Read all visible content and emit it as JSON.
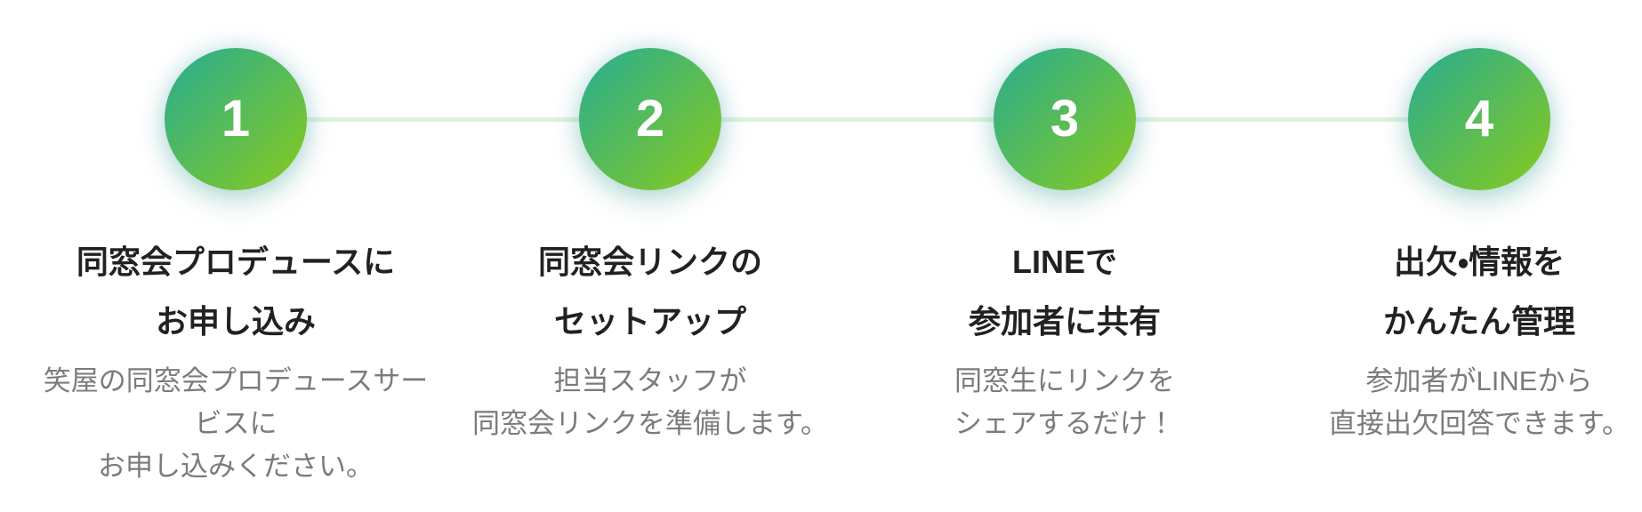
{
  "section": {
    "type": "process-steps",
    "step_count": 4
  },
  "colors": {
    "circle_gradient_start": "#27ad92",
    "circle_gradient_end": "#88ca1d",
    "connector_line": "#def1e1",
    "title_text": "#1f2123",
    "description_text": "#7b7b7b",
    "number_text": "#ffffff",
    "background": "#ffffff"
  },
  "steps": [
    {
      "number": "1",
      "title_line1": "同窓会プロデュースに",
      "title_line2": "お申し込み",
      "desc_line1": "笑屋の同窓会プロデュースサービスに",
      "desc_line2": "お申し込みください。"
    },
    {
      "number": "2",
      "title_line1": "同窓会リンクの",
      "title_line2": "セットアップ",
      "desc_line1": "担当スタッフが",
      "desc_line2": "同窓会リンクを準備します。"
    },
    {
      "number": "3",
      "title_line1": "LINEで",
      "title_line2": "参加者に共有",
      "desc_line1": "同窓生にリンクを",
      "desc_line2": "シェアするだけ！"
    },
    {
      "number": "4",
      "title_line1": "出欠・情報を",
      "title_line2": "かんたん管理",
      "desc_line1": "参加者がLINEから",
      "desc_line2": "直接出欠回答できます。"
    }
  ]
}
